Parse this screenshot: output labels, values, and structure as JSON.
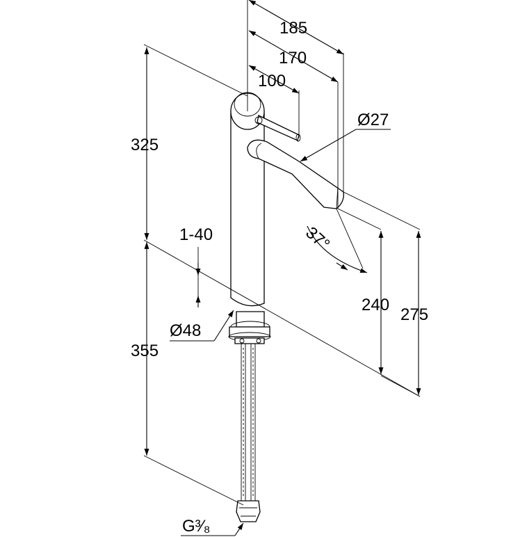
{
  "dimensions": {
    "width_185": "185",
    "width_170": "170",
    "width_100": "100",
    "spout_diameter": "Ø27",
    "height_325": "325",
    "deck_thickness": "1-40",
    "base_diameter": "Ø48",
    "angle": "37°",
    "height_355": "355",
    "spout_height_240": "240",
    "outlet_height_275": "275",
    "connection_thread": "G³⁄₈"
  },
  "colors": {
    "line": "#000000",
    "background": "#ffffff"
  }
}
